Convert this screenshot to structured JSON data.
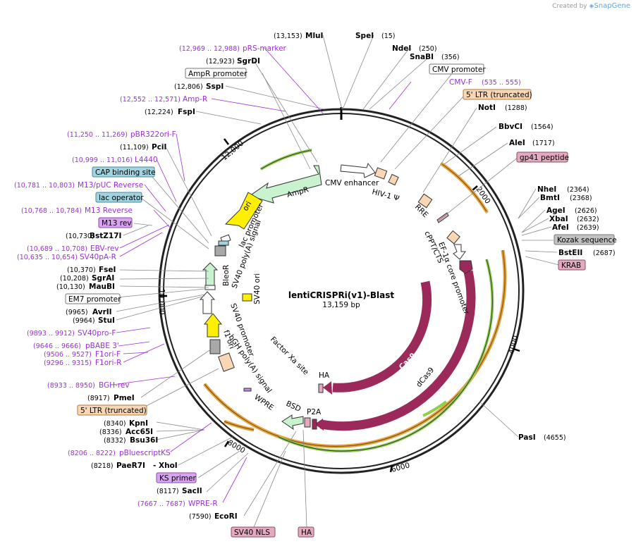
{
  "credit": {
    "prefix": "Created by",
    "brand": "SnapGene"
  },
  "plasmid": {
    "name": "lentiCRISPRi(v1)-Blast",
    "size_label": "13,159 bp"
  },
  "colors": {
    "gold": "#e8a33c",
    "green": "#8fcf4e",
    "maroon": "#9b2a5a",
    "purple": "#9b2fd8",
    "lightgreen": "#c9f2cf",
    "yellow": "#ffef00",
    "peach": "#f9d7b5",
    "gray": "#a8a8a8"
  },
  "scale": {
    "t2000": "2000",
    "t4000": "4000",
    "t6000": "6000",
    "t8000": "8000",
    "t10000": "10,000",
    "t12000": "12,000"
  },
  "sites": {
    "mlui": {
      "name": "MluI",
      "pos": "(13,153)"
    },
    "spei": {
      "name": "SpeI",
      "pos": "(15)"
    },
    "ndei": {
      "name": "NdeI",
      "pos": "(250)"
    },
    "snabi": {
      "name": "SnaBI",
      "pos": "(356)"
    },
    "noti": {
      "name": "NotI",
      "pos": "(1288)"
    },
    "bbvci": {
      "name": "BbvCI",
      "pos": "(1564)"
    },
    "alei": {
      "name": "AleI",
      "pos": "(1717)"
    },
    "nhei": {
      "name": "NheI",
      "pos": "(2364)"
    },
    "bmti": {
      "name": "BmtI",
      "pos": "(2368)"
    },
    "agei": {
      "name": "AgeI",
      "pos": "(2626)"
    },
    "xbai": {
      "name": "XbaI",
      "pos": "(2632)"
    },
    "afei": {
      "name": "AfeI",
      "pos": "(2639)"
    },
    "bsteii": {
      "name": "BstEII",
      "pos": "(2687)"
    },
    "pasi": {
      "name": "PasI",
      "pos": "(4655)"
    },
    "sgrdi": {
      "name": "SgrDI",
      "pos": "(12,923)"
    },
    "sspi": {
      "name": "SspI",
      "pos": "(12,806)"
    },
    "fspi": {
      "name": "FspI",
      "pos": "(12,224)"
    },
    "pcii": {
      "name": "PciI",
      "pos": "(11,109)"
    },
    "bstz17i": {
      "name": "BstZ17I",
      "pos": "(10,730)"
    },
    "fsei": {
      "name": "FseI",
      "pos": "(10,370)"
    },
    "sgrai": {
      "name": "SgrAI",
      "pos": "(10,208)"
    },
    "maubi": {
      "name": "MauBI",
      "pos": "(10,130)"
    },
    "avrii": {
      "name": "AvrII",
      "pos": "(9965)"
    },
    "stui": {
      "name": "StuI",
      "pos": "(9964)"
    },
    "pmei": {
      "name": "PmeI",
      "pos": "(8917)"
    },
    "kpni": {
      "name": "KpnI",
      "pos": "(8340)"
    },
    "acc65i": {
      "name": "Acc65I",
      "pos": "(8336)"
    },
    "bsu36i": {
      "name": "Bsu36I",
      "pos": "(8332)"
    },
    "paer7i": {
      "name": "PaeR7I",
      "pos": "(8218)",
      "extra": "- XhoI"
    },
    "sacii": {
      "name": "SacII",
      "pos": "(8117)"
    },
    "ecori": {
      "name": "EcoRI",
      "pos": "(7590)"
    }
  },
  "primers": {
    "prs": {
      "name": "pRS-marker",
      "pos": "(12,969 .. 12,988)"
    },
    "ampr": {
      "name": "Amp-R",
      "pos": "(12,552 .. 12,571)"
    },
    "pbr322": {
      "name": "pBR322ori-F",
      "pos": "(11,250 .. 11,269)"
    },
    "l4440": {
      "name": "L4440",
      "pos": "(10,999 .. 11,016)"
    },
    "m13puc": {
      "name": "M13/pUC Reverse",
      "pos": "(10,781 .. 10,803)"
    },
    "m13rev": {
      "name": "M13 Reverse",
      "pos": "(10,768 .. 10,784)"
    },
    "ebv": {
      "name": "EBV-rev",
      "pos": "(10,689 .. 10,708)"
    },
    "sv40pa": {
      "name": "SV40pA-R",
      "pos": "(10,635 .. 10,654)"
    },
    "sv40pro": {
      "name": "SV40pro-F",
      "pos": "(9893 .. 9912)"
    },
    "pbabe": {
      "name": "pBABE 3'",
      "pos": "(9646 .. 9666)"
    },
    "f1orif": {
      "name": "F1ori-F",
      "pos": "(9506 .. 9527)"
    },
    "f1orir": {
      "name": "F1ori-R",
      "pos": "(9296 .. 9315)"
    },
    "bgh": {
      "name": "BGH-rev",
      "pos": "(8933 .. 8950)"
    },
    "pbks": {
      "name": "pBluescriptKS",
      "pos": "(8206 .. 8222)"
    },
    "wpre": {
      "name": "WPRE-R",
      "pos": "(7667 .. 7687)"
    },
    "cmvf": {
      "name": "CMV-F",
      "pos": "(535 .. 555)"
    }
  },
  "boxes": {
    "ampr_promoter": "AmpR promoter",
    "cmv_promoter": "CMV promoter",
    "ltr_top": "5' LTR (truncated)",
    "gp41": "gp41 peptide",
    "cap": "CAP binding site",
    "lac_op": "lac operator",
    "m13_rev": "M13 rev",
    "kozak": "Kozak sequence",
    "krab": "KRAB",
    "em7": "EM7 promoter",
    "ltr_bottom": "5' LTR (truncated)",
    "ks_primer": "KS primer",
    "sv40nls": "SV40 NLS",
    "ha_bottom": "HA"
  },
  "features": {
    "ampr": "AmpR",
    "ori": "ori",
    "lac_promoter": "lac promoter",
    "sv40polya": "SV40 poly(A) signal",
    "bleor": "BleoR",
    "sv40ori": "SV40 ori",
    "sv40promoter": "SV40 promoter",
    "f1ori": "f1 ori",
    "bgh": "bGH poly(A) signal",
    "factorxa": "Factor Xa site",
    "ha": "HA",
    "wpre": "WPRE",
    "bsd": "BSD",
    "p2a": "P2A",
    "cas9": "Cas9",
    "dcas9": "dCas9",
    "ef1a": "EF-1α core promoter",
    "cppt": "cPPT/CTS",
    "rre": "RRE",
    "hiv": "HIV-1 Ψ",
    "cmv_enhancer": "CMV enhancer"
  }
}
